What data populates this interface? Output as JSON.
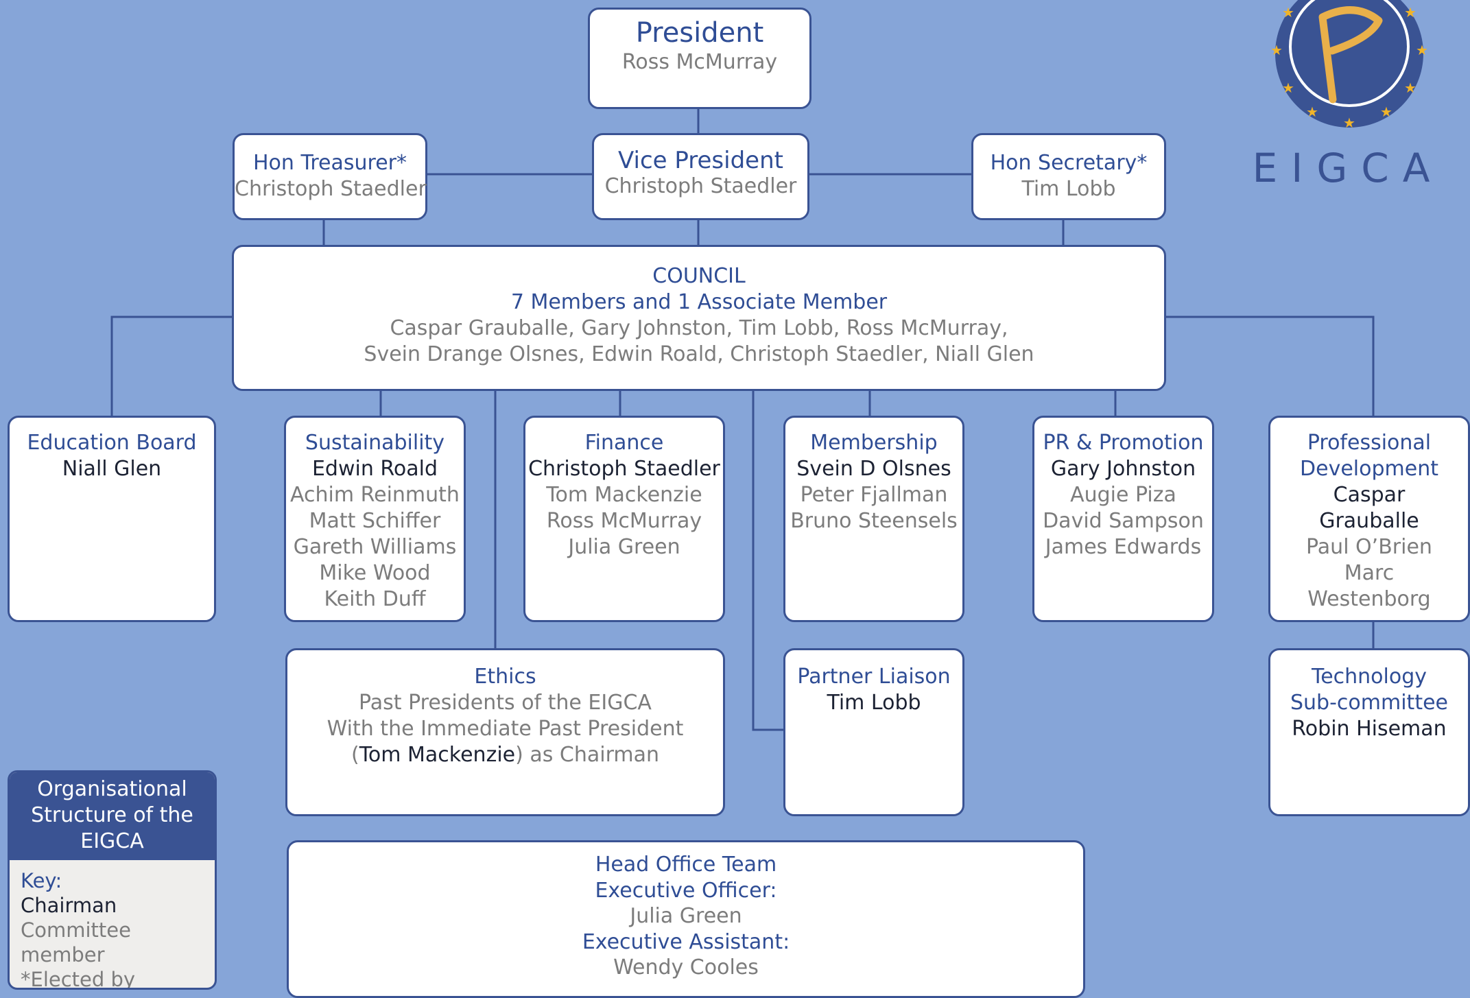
{
  "president": {
    "title": "President",
    "name": "Ross McMurray"
  },
  "treasurer": {
    "title": "Hon Treasurer*",
    "name": "Christoph Staedler"
  },
  "vice_president": {
    "title": "Vice President",
    "name": "Christoph Staedler"
  },
  "secretary": {
    "title": "Hon Secretary*",
    "name": "Tim Lobb"
  },
  "council": {
    "title": "COUNCIL",
    "subtitle": "7 Members and 1 Associate Member",
    "members_line1": "Caspar Grauballe, Gary Johnston, Tim Lobb, Ross McMurray,",
    "members_line2": "Svein Drange Olsnes, Edwin Roald, Christoph Staedler, Niall Glen"
  },
  "education": {
    "title": "Education Board",
    "chair": "Niall Glen"
  },
  "sustainability": {
    "title": "Sustainability",
    "chair": "Edwin Roald",
    "members": [
      "Achim Reinmuth",
      "Matt Schiffer",
      "Gareth Williams",
      "Mike Wood",
      "Keith Duff"
    ]
  },
  "finance": {
    "title": "Finance",
    "chair": "Christoph Staedler",
    "members": [
      "Tom Mackenzie",
      "Ross McMurray",
      "Julia Green"
    ]
  },
  "membership": {
    "title": "Membership",
    "chair": "Svein D Olsnes",
    "members": [
      "Peter Fjallman",
      "Bruno Steensels"
    ]
  },
  "pr": {
    "title": "PR & Promotion",
    "chair": "Gary Johnston",
    "members": [
      "Augie Piza",
      "David Sampson",
      "James Edwards"
    ]
  },
  "professional": {
    "title_line1": "Professional",
    "title_line2": "Development",
    "chair_line1": "Caspar",
    "chair_line2": "Grauballe",
    "members": [
      "Paul O’Brien",
      "Marc",
      "Westenborg"
    ]
  },
  "ethics": {
    "title": "Ethics",
    "line1": "Past Presidents of the EIGCA",
    "line2": "With the Immediate Past President",
    "line3_open": "(",
    "line3_chair": "Tom Mackenzie",
    "line3_rest": ") as Chairman"
  },
  "partner": {
    "title": "Partner Liaison",
    "chair": "Tim Lobb"
  },
  "technology": {
    "title_line1": "Technology",
    "title_line2": "Sub-committee",
    "chair": "Robin Hiseman"
  },
  "head_office": {
    "title": "Head Office Team",
    "role1": "Executive Officer:",
    "person1": "Julia Green",
    "role2": "Executive Assistant:",
    "person2": "Wendy Cooles"
  },
  "legend": {
    "heading_line1": "Organisational",
    "heading_line2": "Structure of the",
    "heading_line3": "EIGCA",
    "key_label": "Key:",
    "chairman": "Chairman",
    "committee_member": "Committee member",
    "elected": "*Elected by Council"
  },
  "logo": {
    "text": "EIGCA",
    "icon": "eigca-p-star-ring-logo",
    "ring_color": "#3a5393",
    "star_color": "#f0b429"
  },
  "colors": {
    "background": "#86a5d8",
    "border": "#3a5393",
    "title": "#2f4d95",
    "chair": "#1c2233",
    "member": "#7c7c7c"
  }
}
